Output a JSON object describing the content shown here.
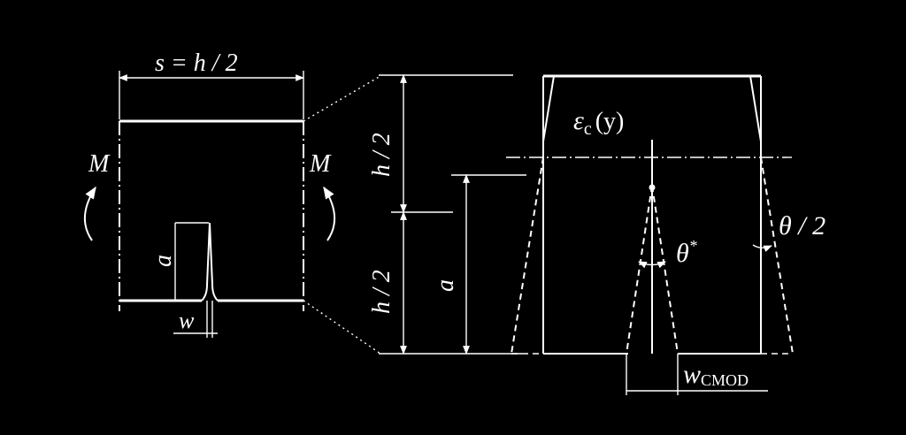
{
  "labels": {
    "s_eq": "s = h / 2",
    "moment_left": "M",
    "moment_right": "M",
    "crack_depth_left": "a",
    "crack_width": "w",
    "half_height_top": "h / 2",
    "half_height_bottom": "h / 2",
    "crack_depth_mid": "a",
    "strain_eps": "ε",
    "strain_c": "c",
    "strain_y": "(y)",
    "theta_star": "θ",
    "theta_star_sup": "*",
    "theta_half": "θ / 2",
    "wcmod_w": "w",
    "wcmod_sub": "CMOD"
  }
}
